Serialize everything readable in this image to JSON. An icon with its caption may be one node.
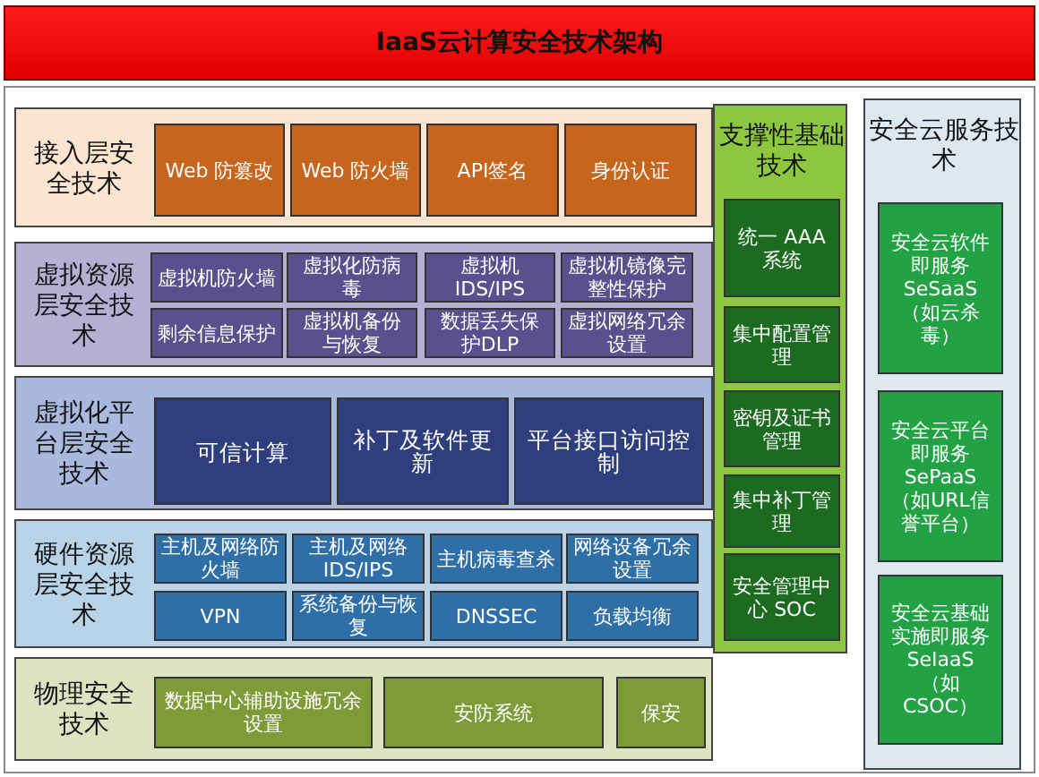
{
  "diagram": {
    "title": "IaaS云计算安全技术架构",
    "nodes": [
      {
        "text": [
          "接入层安全技术"
        ]
      },
      {
        "text": [
          "Web 防篡改"
        ],
        "in": 0
      },
      {
        "text": [
          "Web 防火墙"
        ],
        "in": 0
      },
      {
        "text": [
          "API签名"
        ],
        "in": 0
      },
      {
        "text": [
          "身份认证"
        ],
        "in": 0
      },
      {
        "text": [
          "虚拟资源层安全技术"
        ]
      },
      {
        "text": [
          "虚拟机防火墙"
        ],
        "in": 5
      },
      {
        "text": [
          "虚拟化防病毒"
        ],
        "in": 5
      },
      {
        "text": [
          "虚拟机 IDS/IPS"
        ],
        "in": 5
      },
      {
        "text": [
          "虚拟机镜像完整性保护"
        ],
        "in": 5
      },
      {
        "text": [
          "剩余信息保护"
        ],
        "in": 5
      },
      {
        "text": [
          "虚拟机备份与恢复"
        ],
        "in": 5
      },
      {
        "text": [
          "数据丢失保护DLP"
        ],
        "in": 5
      },
      {
        "text": [
          "虚拟网络冗余设置"
        ],
        "in": 5
      },
      {
        "text": [
          "虚拟化平台层安全技术"
        ]
      },
      {
        "text": [
          "可信计算"
        ],
        "in": 14
      },
      {
        "text": [
          "补丁及软件更新"
        ],
        "in": 14
      },
      {
        "text": [
          "平台接口访问控制"
        ],
        "in": 14
      },
      {
        "text": [
          "硬件资源层安全技术"
        ]
      },
      {
        "text": [
          "主机及网络防火墙"
        ],
        "in": 18
      },
      {
        "text": [
          "主机及网络 IDS/IPS"
        ],
        "in": 18
      },
      {
        "text": [
          "主机病毒查杀"
        ],
        "in": 18
      },
      {
        "text": [
          "网络设备冗余设置"
        ],
        "in": 18
      },
      {
        "text": [
          "VPN"
        ],
        "in": 18
      },
      {
        "text": [
          "系统备份与恢复"
        ],
        "in": 18
      },
      {
        "text": [
          "DNSSEC"
        ],
        "in": 18
      },
      {
        "text": [
          "负载均衡"
        ],
        "in": 18
      },
      {
        "text": [
          "物理安全技术"
        ]
      },
      {
        "text": [
          "数据中心辅助设施冗余设置"
        ],
        "in": 27
      },
      {
        "text": [
          "安防系统"
        ],
        "in": 27
      },
      {
        "text": [
          "保安"
        ],
        "in": 27
      },
      {
        "text": [
          "支撑性基础技术"
        ]
      },
      {
        "text": [
          "统一 AAA系统"
        ],
        "in": 31
      },
      {
        "text": [
          "集中配置管理"
        ],
        "in": 31
      },
      {
        "text": [
          "密钥及证书管理"
        ],
        "in": 31
      },
      {
        "text": [
          "集中补丁管理"
        ],
        "in": 31
      },
      {
        "text": [
          "安全管理中心 SOC"
        ],
        "in": 31
      },
      {
        "text": [
          "安全云服务技术"
        ]
      },
      {
        "text": [
          "安全云软件即服务 SeSaaS （如云杀毒）"
        ],
        "in": 37
      },
      {
        "text": [
          "安全云平台即服务 SePaaS （如URL信誉平台）"
        ],
        "in": 37
      },
      {
        "text": [
          "安全云基础实施即服务 SeIaaS （如CSOC）"
        ],
        "in": 37
      }
    ],
    "edges": []
  }
}
